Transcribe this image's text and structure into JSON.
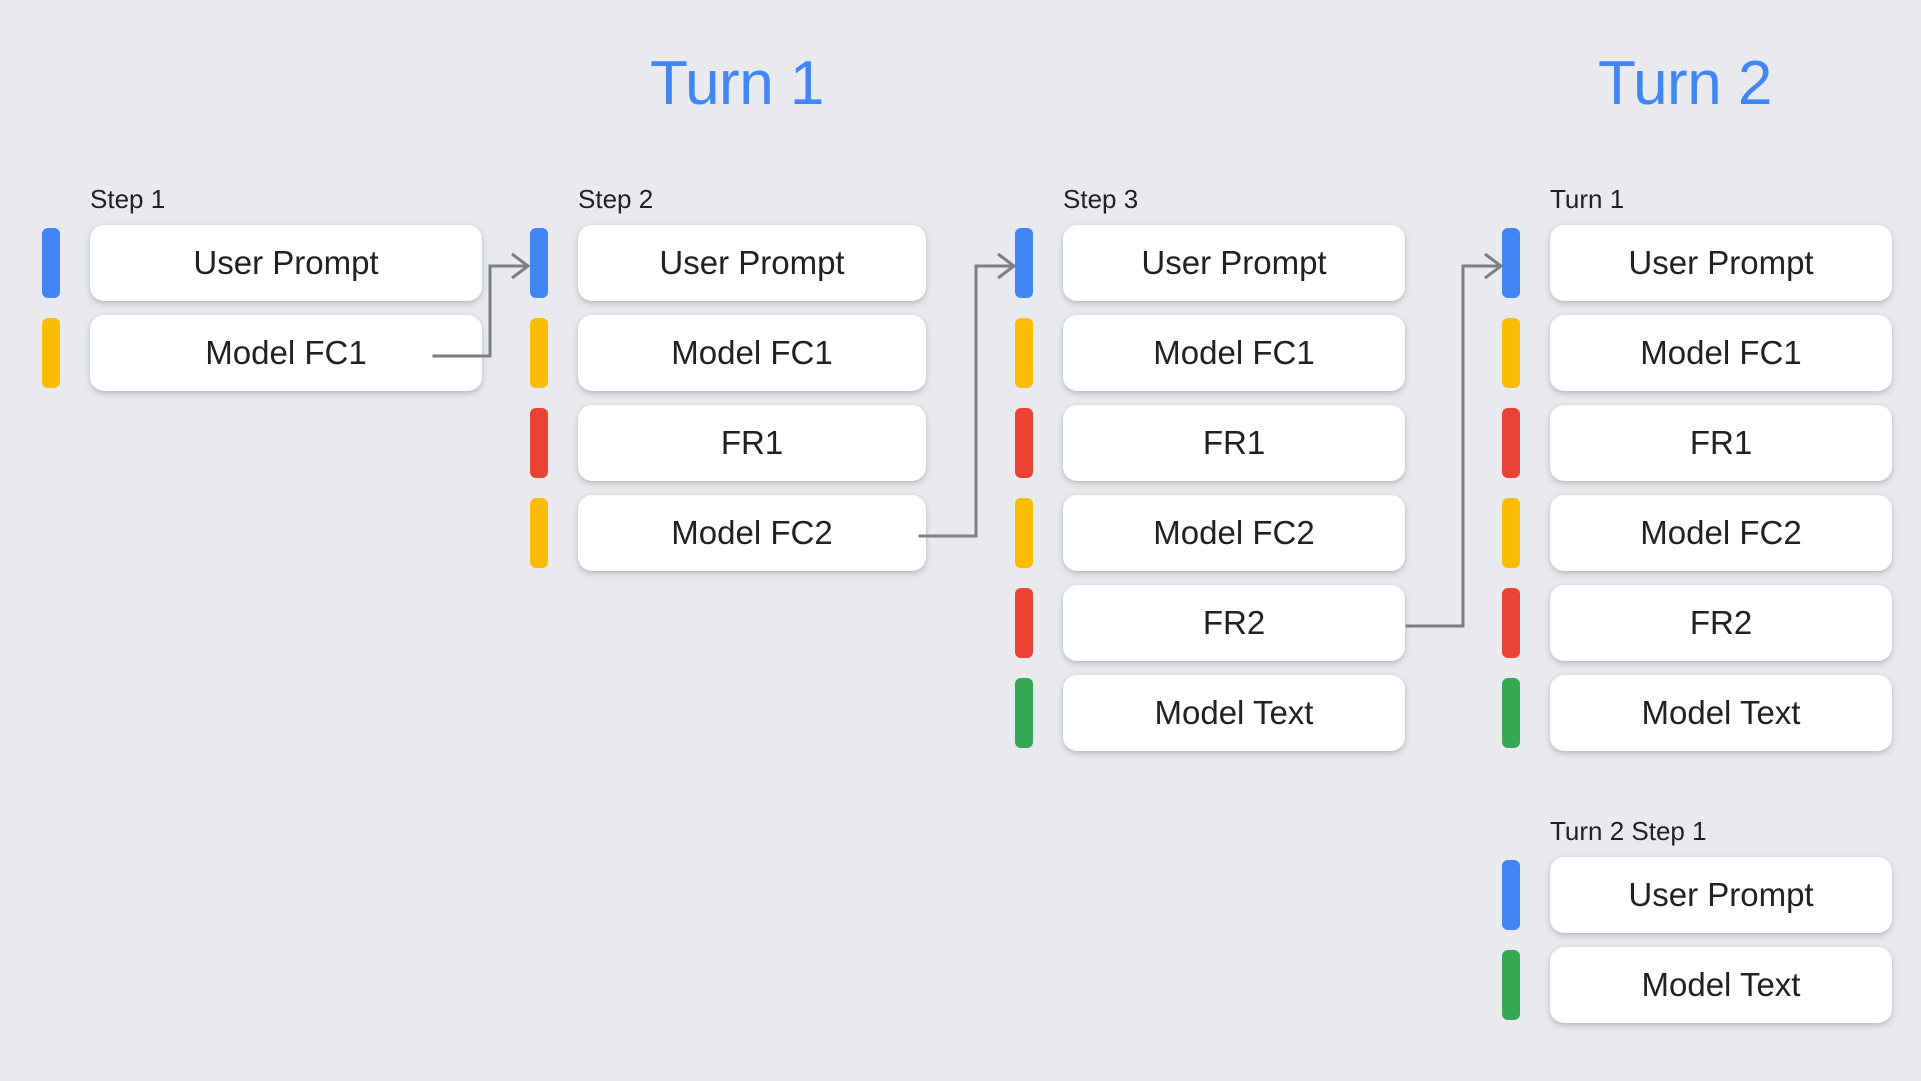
{
  "background_color": "#e8eaed",
  "palette": {
    "user_prompt": "#4285f4",
    "model_function_call": "#fbbc04",
    "function_response": "#ea4335",
    "model_text": "#34a853",
    "title_blue": "#4285f4",
    "connector_gray": "#7b7f83",
    "card_white": "#ffffff",
    "text_dark": "#202124"
  },
  "titles": {
    "turn1": "Turn 1",
    "turn2": "Turn 2"
  },
  "columns": [
    {
      "label": "Step 1",
      "rows": [
        {
          "text": "User Prompt",
          "color": "blue"
        },
        {
          "text": "Model FC1",
          "color": "yellow"
        }
      ]
    },
    {
      "label": "Step 2",
      "rows": [
        {
          "text": "User Prompt",
          "color": "blue"
        },
        {
          "text": "Model FC1",
          "color": "yellow"
        },
        {
          "text": "FR1",
          "color": "red"
        },
        {
          "text": "Model FC2",
          "color": "yellow"
        }
      ]
    },
    {
      "label": "Step 3",
      "rows": [
        {
          "text": "User Prompt",
          "color": "blue"
        },
        {
          "text": "Model FC1",
          "color": "yellow"
        },
        {
          "text": "FR1",
          "color": "red"
        },
        {
          "text": "Model FC2",
          "color": "yellow"
        },
        {
          "text": "FR2",
          "color": "red"
        },
        {
          "text": "Model Text",
          "color": "green"
        }
      ]
    },
    {
      "label": "Turn 1",
      "rows": [
        {
          "text": "User Prompt",
          "color": "blue"
        },
        {
          "text": "Model FC1",
          "color": "yellow"
        },
        {
          "text": "FR1",
          "color": "red"
        },
        {
          "text": "Model FC2",
          "color": "yellow"
        },
        {
          "text": "FR2",
          "color": "red"
        },
        {
          "text": "Model Text",
          "color": "green"
        }
      ]
    },
    {
      "label": "Turn 2 Step 1",
      "rows": [
        {
          "text": "User Prompt",
          "color": "blue"
        },
        {
          "text": "Model Text",
          "color": "green"
        }
      ]
    }
  ],
  "connectors": [
    {
      "name": "step1-to-step2",
      "from_row": "Model FC1",
      "to_row": "User Prompt"
    },
    {
      "name": "step2-to-step3",
      "from_row": "Model FC2",
      "to_row": "User Prompt"
    },
    {
      "name": "step3-to-turn1",
      "from_row": "FR2",
      "to_row": "User Prompt"
    }
  ]
}
